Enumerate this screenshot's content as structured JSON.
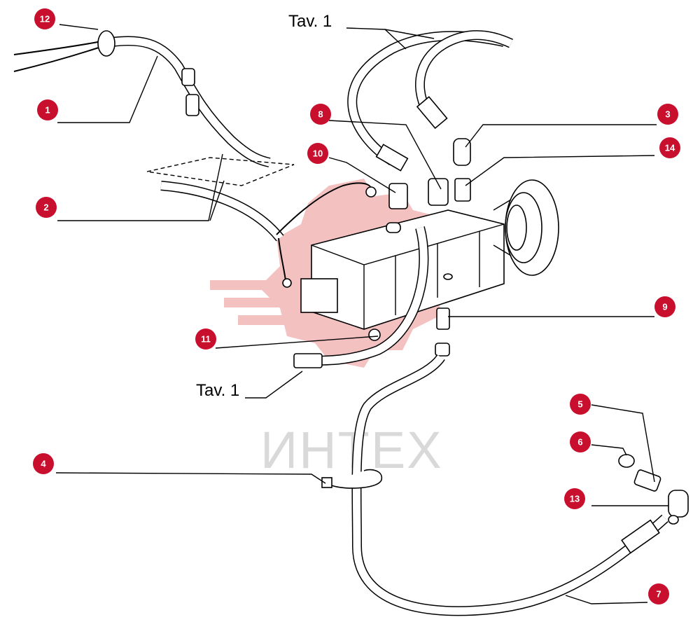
{
  "diagram": {
    "watermark": "ИНТЕХ",
    "references": [
      "Tav. 1",
      "Tav. 1"
    ],
    "callouts": [
      "12",
      "1",
      "2",
      "8",
      "10",
      "3",
      "14",
      "9",
      "11",
      "5",
      "6",
      "13",
      "4",
      "7"
    ]
  },
  "colors": {
    "badge": "#c8102e",
    "watermark": "#f2c6c6"
  }
}
